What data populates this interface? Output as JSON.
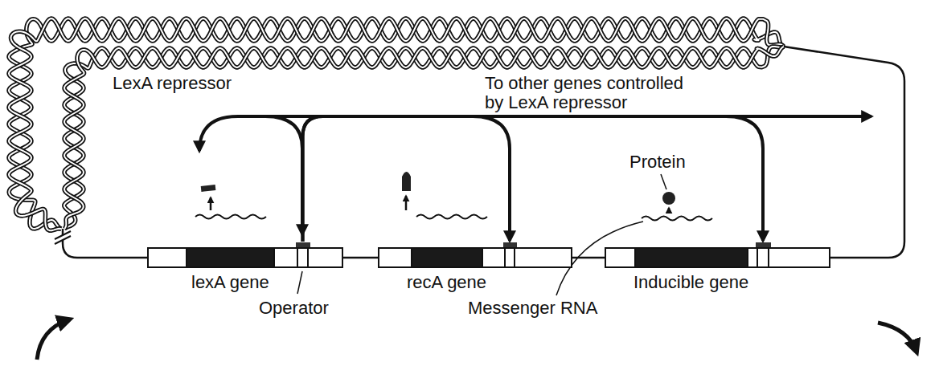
{
  "diagram": {
    "nodes": [
      {
        "text": [
          "lexA gene"
        ]
      },
      {
        "text": [
          "recA gene"
        ]
      },
      {
        "text": [
          "Inducible gene"
        ]
      }
    ],
    "edges": [
      {
        "from": 0,
        "to": 1,
        "arrow": "to"
      },
      {
        "from": 0,
        "to": 2,
        "arrow": "to"
      }
    ],
    "labels": [
      "LexA repressor",
      "To other genes controlled by LexA repressor",
      "Protein",
      "Operator",
      "Messenger RNA"
    ]
  }
}
